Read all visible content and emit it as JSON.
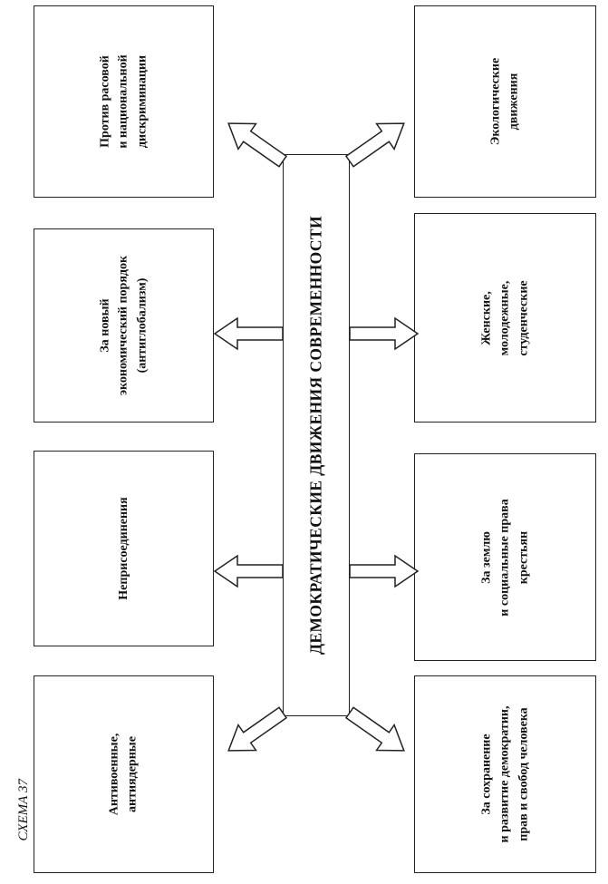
{
  "caption": "СХЕМА 37",
  "center": {
    "title": "ДЕМОКРАТИЧЕСКИЕ ДВИЖЕНИЯ СОВРЕМЕННОСТИ"
  },
  "left_boxes": [
    {
      "lines": [
        "Против расовой",
        "и национальной",
        "дискриминации"
      ]
    },
    {
      "lines": [
        "За новый",
        "экономический порядок",
        "(антиглобализм)"
      ]
    },
    {
      "lines": [
        "Неприсоединения"
      ]
    },
    {
      "lines": [
        "Антивоенные,",
        "антиядерные"
      ]
    }
  ],
  "right_boxes": [
    {
      "lines": [
        "Экологические",
        "движения"
      ]
    },
    {
      "lines": [
        "Женские,",
        "молодежные,",
        "студенческие"
      ]
    },
    {
      "lines": [
        "За землю",
        "и социальные права",
        "крестьян"
      ]
    },
    {
      "lines": [
        "За сохранение",
        "и развитие демократии,",
        "прав и свобод человека"
      ]
    }
  ]
}
